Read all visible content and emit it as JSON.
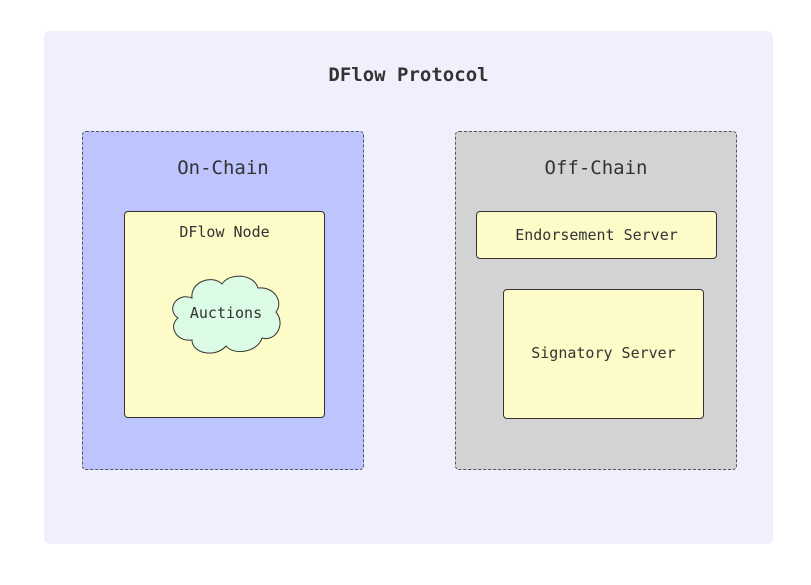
{
  "diagram": {
    "title": "DFlow Protocol",
    "clusters": {
      "on_chain": {
        "title": "On-Chain",
        "node": {
          "label": "DFlow Node",
          "cloud_label": "Auctions"
        }
      },
      "off_chain": {
        "title": "Off-Chain",
        "endorsement_label": "Endorsement Server",
        "signatory_label": "Signatory Server"
      }
    },
    "colors": {
      "background": "#f0f0fc",
      "on_chain_fill": "#bec4fe",
      "off_chain_fill": "#d3d3d3",
      "node_fill": "#fdfbc8",
      "cloud_fill": "#dcfbe5",
      "border": "#333333"
    }
  }
}
